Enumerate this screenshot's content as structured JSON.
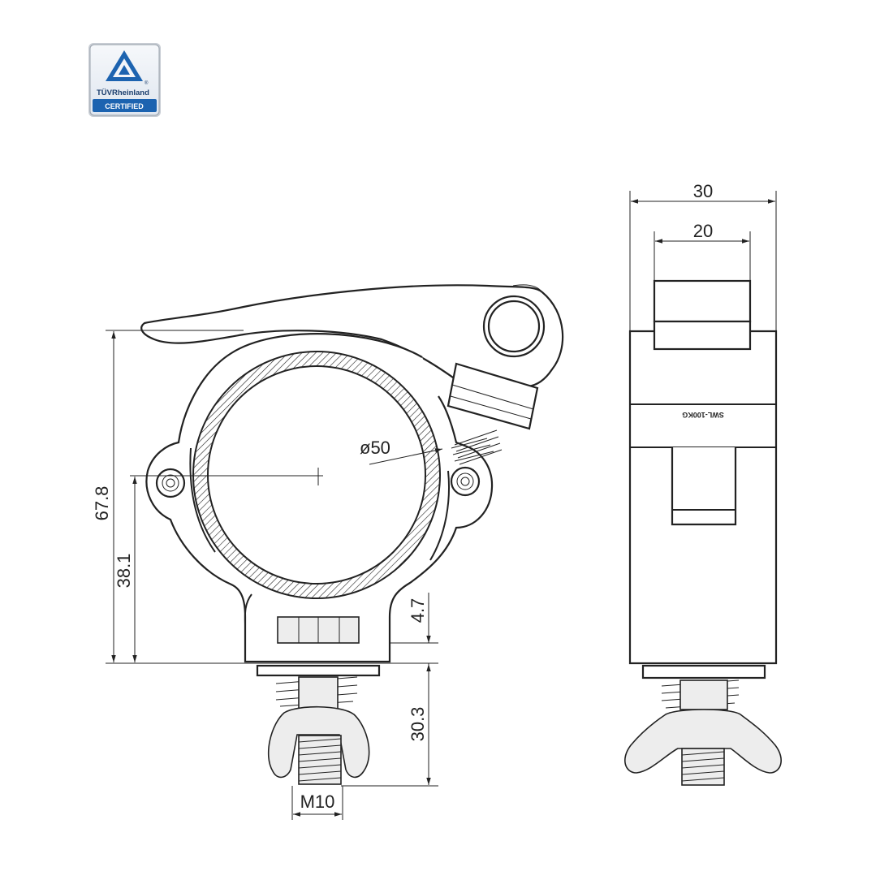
{
  "badge": {
    "brand": "TÜVRheinland",
    "registered": "®",
    "certified": "CERTIFIED",
    "colors": {
      "top": "#e9eef5",
      "bottom": "#1c63b0",
      "triangle": "#1c63b0"
    }
  },
  "front_view": {
    "dims": {
      "height_total": "67.8",
      "height_center": "38.1",
      "nut_height": "4.7",
      "bolt_length": "30.3",
      "bolt_size": "M10",
      "tube_diameter": "ø50"
    }
  },
  "side_view": {
    "dims": {
      "width_total": "30",
      "width_inner": "20"
    },
    "engraving": "SWL-100KG"
  }
}
